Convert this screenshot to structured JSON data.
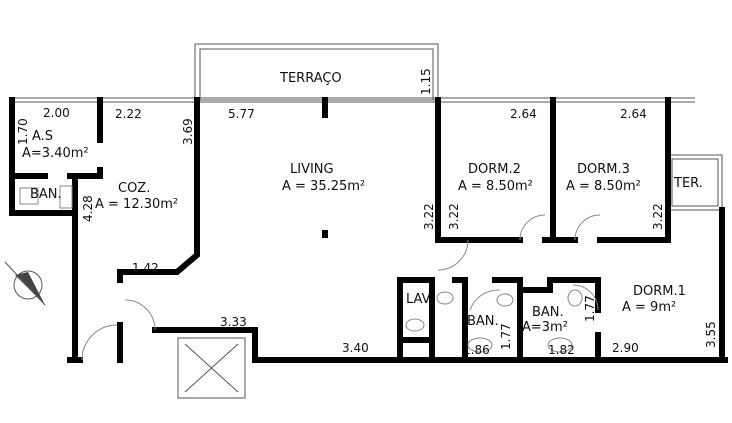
{
  "rooms": {
    "terraco": {
      "name": "TERRAÇO"
    },
    "as": {
      "name": "A.S",
      "area": "A=3.40m²"
    },
    "ban_service": {
      "name": "BAN."
    },
    "coz": {
      "name": "COZ.",
      "area": "A = 12.30m²"
    },
    "living": {
      "name": "LIVING",
      "area": "A = 35.25m²"
    },
    "dorm2": {
      "name": "DORM.2",
      "area": "A = 8.50m²"
    },
    "dorm3": {
      "name": "DORM.3",
      "area": "A = 8.50m²"
    },
    "ter": {
      "name": "TER."
    },
    "lav": {
      "name": "LAV."
    },
    "ban_social": {
      "name": "BAN."
    },
    "ban_suite": {
      "name": "BAN.",
      "area": "A=3m²"
    },
    "dorm1": {
      "name": "DORM.1",
      "area": "A = 9m²"
    }
  },
  "dimensions": {
    "as_width": "2.00",
    "as_height": "1.70",
    "coz_width": "2.22",
    "coz_side": "3.69",
    "coz_left": "4.28",
    "coz_bottom": "1.42",
    "living_width": "5.77",
    "terraco_depth": "1.15",
    "living_bottom": "3.33",
    "living_bottom2": "3.40",
    "dorm2_width": "2.64",
    "dorm3_width": "2.64",
    "dorm2_left": "3.22",
    "dorm2_right": "3.22",
    "dorm3_right": "3.22",
    "ban_social_width": "1.86",
    "ban_social_height": "1.77",
    "ban_suite_width": "1.82",
    "ban_suite_height": "1.77",
    "dorm1_width": "2.90",
    "dorm1_height": "3.55"
  }
}
